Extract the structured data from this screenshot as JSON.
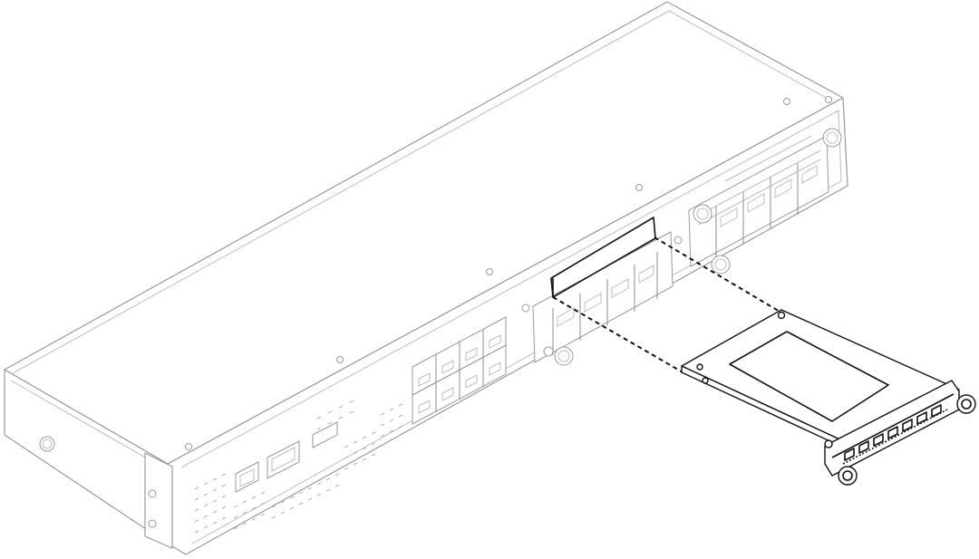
{
  "figure": {
    "subject": "network-switch-chassis",
    "highlight": "module-slot",
    "inserted_part": "expansion-module",
    "colors": {
      "line": "#111111",
      "chassis_line": "#9a9a9a",
      "background": "#ffffff"
    }
  }
}
